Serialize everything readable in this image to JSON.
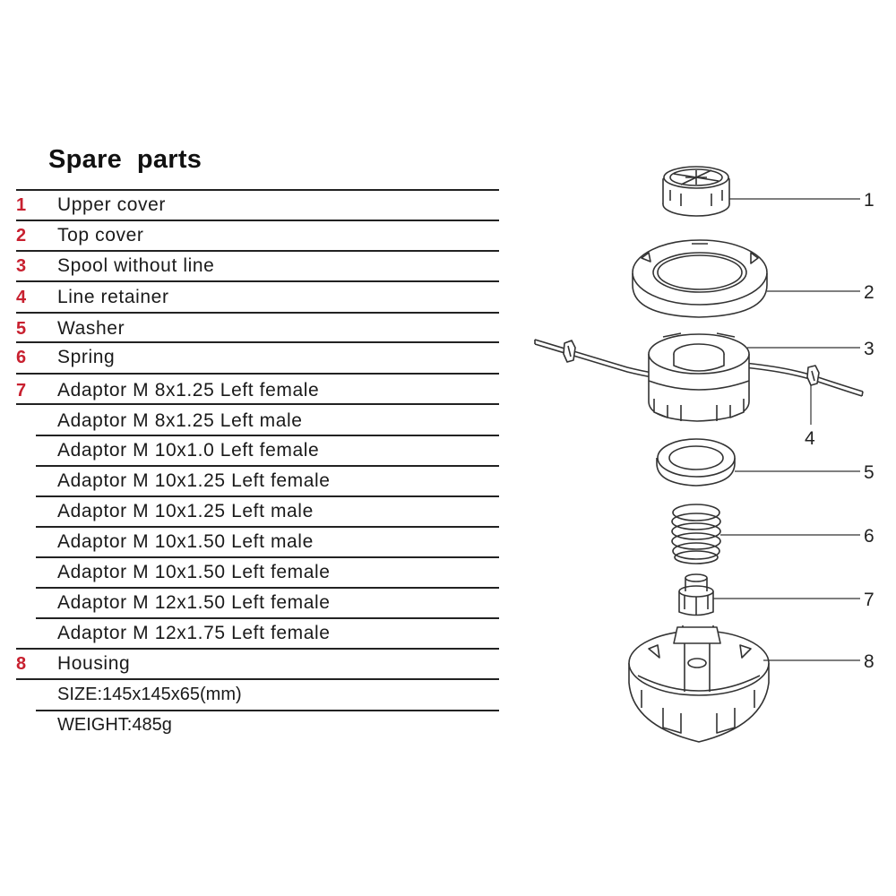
{
  "title": "Spare  parts",
  "parts": [
    {
      "num": "1",
      "label": "Upper cover"
    },
    {
      "num": "2",
      "label": "Top cover"
    },
    {
      "num": "3",
      "label": "Spool without line"
    },
    {
      "num": "4",
      "label": "Line retainer"
    },
    {
      "num": "5",
      "label": "Washer"
    },
    {
      "num": "6",
      "label": "Spring"
    },
    {
      "num": "7",
      "label": "Adaptor M 8x1.25 Left female"
    },
    {
      "num": "",
      "label": "Adaptor M 8x1.25 Left male"
    },
    {
      "num": "",
      "label": "Adaptor M 10x1.0 Left female"
    },
    {
      "num": "",
      "label": "Adaptor M 10x1.25 Left female"
    },
    {
      "num": "",
      "label": "Adaptor M 10x1.25 Left male"
    },
    {
      "num": "",
      "label": "Adaptor M 10x1.50 Left male"
    },
    {
      "num": "",
      "label": "Adaptor M 10x1.50 Left female"
    },
    {
      "num": "",
      "label": "Adaptor M 12x1.50 Left female"
    },
    {
      "num": "",
      "label": "Adaptor M 12x1.75 Left female"
    },
    {
      "num": "8",
      "label": "Housing"
    }
  ],
  "specs": {
    "size": "SIZE:145x145x65(mm)",
    "weight": "WEIGHT:485g"
  },
  "callouts": [
    "1",
    "2",
    "3",
    "4",
    "5",
    "6",
    "7",
    "8"
  ],
  "colors": {
    "number_red": "#c8202f",
    "text": "#1a1a1a",
    "rule": "#222222",
    "drawing_line": "#333333"
  }
}
